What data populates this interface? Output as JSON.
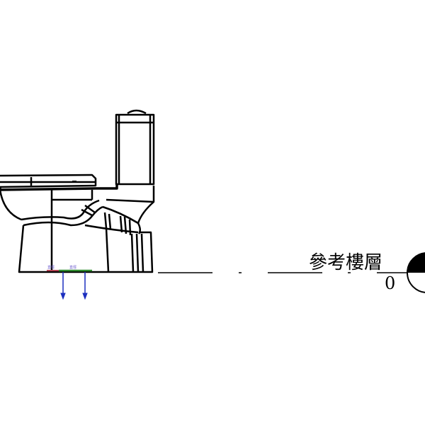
{
  "level": {
    "name": "參考樓層",
    "elevation": "0"
  },
  "fixture": {
    "connector_labels": [
      "直徑",
      "直徑"
    ]
  },
  "colors": {
    "line": "#000000",
    "pipe": "#2e8b2e",
    "arrow": "#1c2fbf",
    "tag": "#b04050"
  }
}
